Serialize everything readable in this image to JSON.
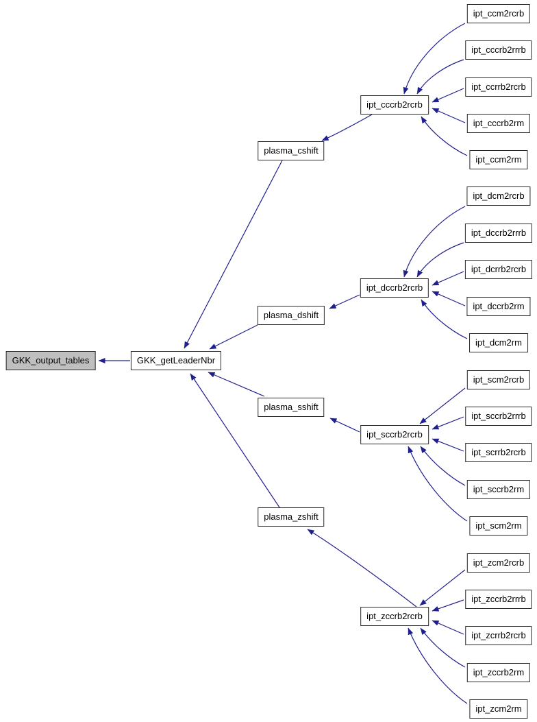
{
  "diagram": {
    "kind": "caller-graph",
    "root": {
      "label": "GKK_output_tables"
    },
    "leader": {
      "label": "GKK_getLeaderNbr"
    },
    "branches": [
      {
        "shift": "plasma_cshift",
        "hub": "ipt_cccrb2rcrb",
        "callers": [
          "ipt_ccm2rcrb",
          "ipt_cccrb2rrrb",
          "ipt_ccrrb2rcrb",
          "ipt_cccrb2rm",
          "ipt_ccm2rm"
        ]
      },
      {
        "shift": "plasma_dshift",
        "hub": "ipt_dccrb2rcrb",
        "callers": [
          "ipt_dcm2rcrb",
          "ipt_dccrb2rrrb",
          "ipt_dcrrb2rcrb",
          "ipt_dccrb2rm",
          "ipt_dcm2rm"
        ]
      },
      {
        "shift": "plasma_sshift",
        "hub": "ipt_sccrb2rcrb",
        "callers": [
          "ipt_scm2rcrb",
          "ipt_sccrb2rrrb",
          "ipt_scrrb2rcrb",
          "ipt_sccrb2rm",
          "ipt_scm2rm"
        ]
      },
      {
        "shift": "plasma_zshift",
        "hub": "ipt_zccrb2rcrb",
        "callers": [
          "ipt_zcm2rcrb",
          "ipt_zccrb2rrrb",
          "ipt_zcrrb2rcrb",
          "ipt_zccrb2rm",
          "ipt_zcm2rm"
        ]
      }
    ],
    "colors": {
      "background": "#ffffff",
      "edge": "#20208d",
      "node_fill": "#ffffff",
      "node_border": "#262626",
      "highlight_fill": "#bfbfbf"
    }
  }
}
